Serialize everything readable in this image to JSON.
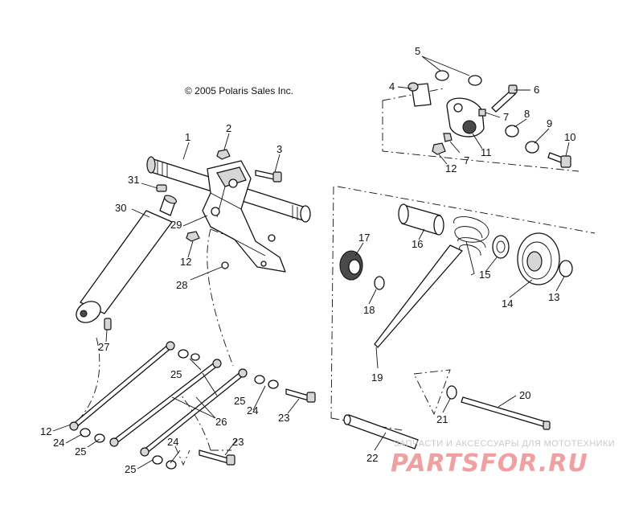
{
  "copyright": "© 2005 Polaris Sales Inc.",
  "callouts": [
    {
      "id": "1",
      "text": "1"
    },
    {
      "id": "2",
      "text": "2"
    },
    {
      "id": "3",
      "text": "3"
    },
    {
      "id": "4",
      "text": "4"
    },
    {
      "id": "5",
      "text": "5"
    },
    {
      "id": "6",
      "text": "6"
    },
    {
      "id": "7a",
      "text": "7"
    },
    {
      "id": "7b",
      "text": "7"
    },
    {
      "id": "8",
      "text": "8"
    },
    {
      "id": "9",
      "text": "9"
    },
    {
      "id": "10",
      "text": "10"
    },
    {
      "id": "11",
      "text": "11"
    },
    {
      "id": "12a",
      "text": "12"
    },
    {
      "id": "12b",
      "text": "12"
    },
    {
      "id": "12c",
      "text": "12"
    },
    {
      "id": "13",
      "text": "13"
    },
    {
      "id": "14",
      "text": "14"
    },
    {
      "id": "15",
      "text": "15"
    },
    {
      "id": "16",
      "text": "16"
    },
    {
      "id": "17",
      "text": "17"
    },
    {
      "id": "18",
      "text": "18"
    },
    {
      "id": "19",
      "text": "19"
    },
    {
      "id": "20",
      "text": "20"
    },
    {
      "id": "21",
      "text": "21"
    },
    {
      "id": "22",
      "text": "22"
    },
    {
      "id": "23a",
      "text": "23"
    },
    {
      "id": "23b",
      "text": "23"
    },
    {
      "id": "24a",
      "text": "24"
    },
    {
      "id": "24b",
      "text": "24"
    },
    {
      "id": "24c",
      "text": "24"
    },
    {
      "id": "25a",
      "text": "25"
    },
    {
      "id": "25b",
      "text": "25"
    },
    {
      "id": "25c",
      "text": "25"
    },
    {
      "id": "25d",
      "text": "25"
    },
    {
      "id": "26",
      "text": "26"
    },
    {
      "id": "27",
      "text": "27"
    },
    {
      "id": "28",
      "text": "28"
    },
    {
      "id": "29",
      "text": "29"
    },
    {
      "id": "30",
      "text": "30"
    },
    {
      "id": "31",
      "text": "31"
    }
  ],
  "watermark": {
    "tagline": "ЗАПЧАСТИ И АКСЕССУАРЫ ДЛЯ МОТОТЕХНИКИ",
    "brand": "PARTSFOR.RU",
    "color": "#f0a0a0"
  }
}
